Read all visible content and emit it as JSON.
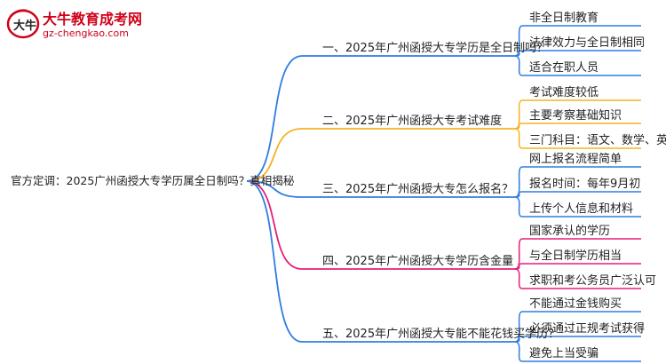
{
  "brand": {
    "title": "大牛教育成考网",
    "url": "gz-chengkao.com",
    "mark_text": "大牛"
  },
  "root": "官方定调：2025广州函授大专学历属全日制吗？真相揭秘",
  "colors": [
    "#2f7de1",
    "#f5b223",
    "#2f7de1",
    "#e61e78",
    "#2f7de1"
  ],
  "branches": [
    {
      "label": "一、2025年广州函授大专学历是全日制吗？",
      "children": [
        "非全日制教育",
        "法律效力与全日制相同",
        "适合在职人员"
      ]
    },
    {
      "label": "二、2025年广州函授大专考试难度",
      "children": [
        "考试难度较低",
        "主要考察基础知识",
        "三门科目：语文、数学、英语"
      ]
    },
    {
      "label": "三、2025年广州函授大专怎么报名？",
      "children": [
        "网上报名流程简单",
        "报名时间：每年9月初",
        "上传个人信息和材料"
      ]
    },
    {
      "label": "四、2025年广州函授大专学历含金量",
      "children": [
        "国家承认的学历",
        "与全日制学历相当",
        "求职和考公务员广泛认可"
      ]
    },
    {
      "label": "五、2025年广州函授大专能不能花钱买学历？",
      "children": [
        "不能通过金钱购买",
        "必须通过正规考试获得",
        "避免上当受骗"
      ]
    }
  ]
}
